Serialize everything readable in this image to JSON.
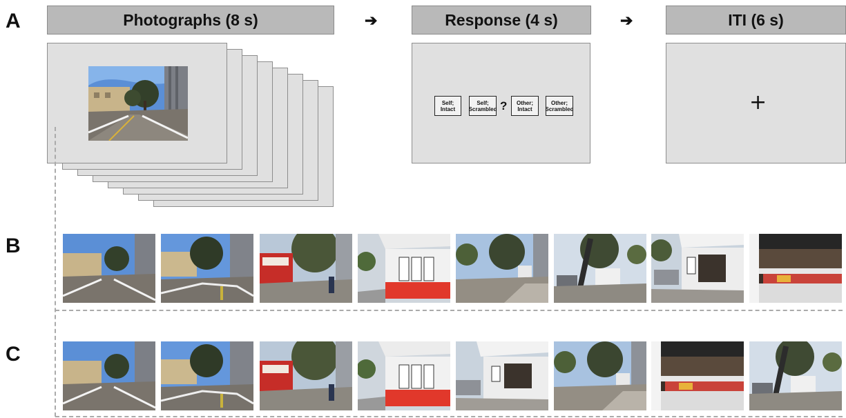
{
  "panels": {
    "a": "A",
    "b": "B",
    "c": "C"
  },
  "timeline": {
    "photographs": "Photographs (8 s)",
    "response": "Response (4 s)",
    "iti": "ITI (6 s)",
    "arrow": "➔"
  },
  "response_screen": {
    "btn1": "Self; Intact",
    "btn2": "Self; Scrambled",
    "question": "?",
    "btn3": "Other; Intact",
    "btn4": "Other; Scrambled"
  },
  "iti_screen": {
    "fixation": "+"
  },
  "colors": {
    "header_fill": "#b9b9b9",
    "screen_fill": "#e0e0e0",
    "dashed": "#aaaaaa"
  }
}
